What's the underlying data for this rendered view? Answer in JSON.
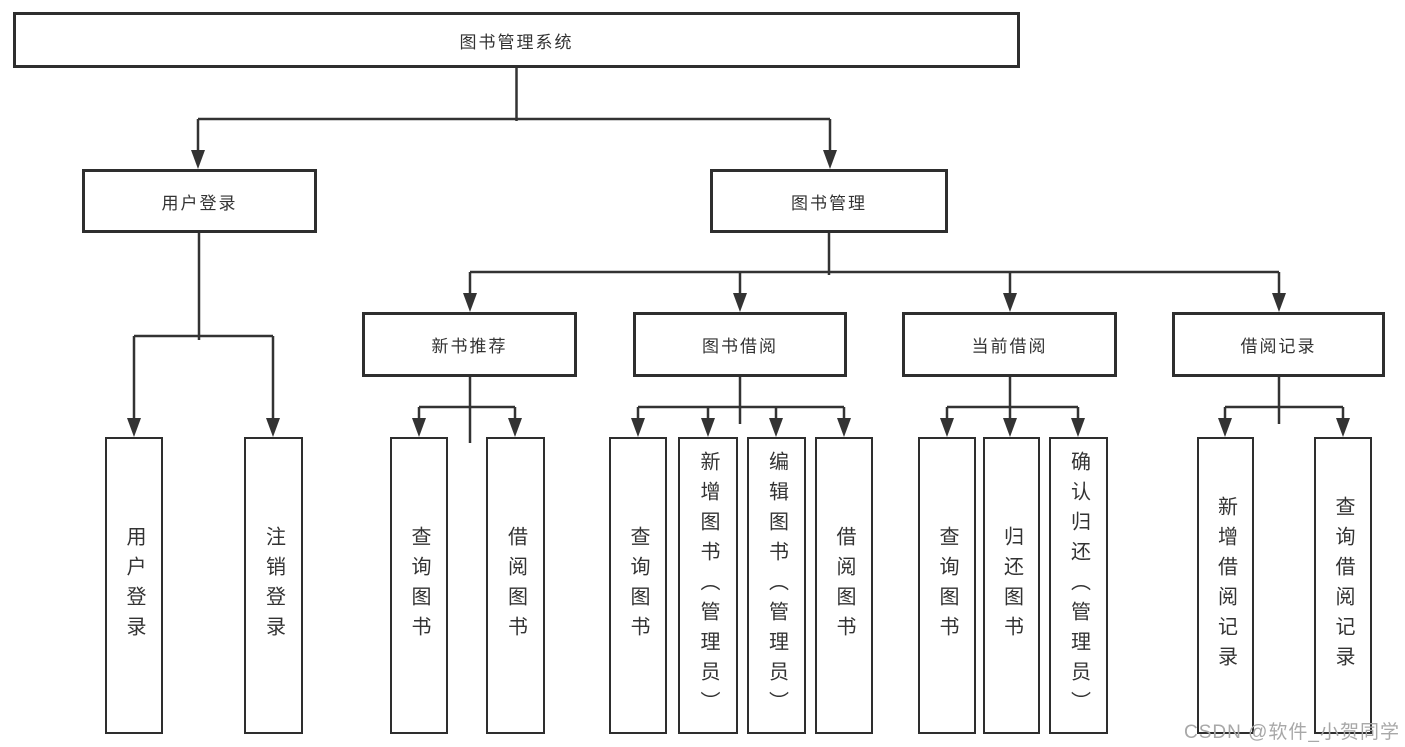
{
  "title": "图书管理系统",
  "colors": {
    "line": "#333333",
    "box_border": "#2e2e2e",
    "box_background": "#ffffff",
    "text": "#333333",
    "watermark_text": "#a8a8a8"
  },
  "nodes": {
    "root": {
      "label": "图书管理系统"
    },
    "user_login": {
      "label": "用户登录"
    },
    "book_management": {
      "label": "图书管理"
    },
    "new_book_recommendation": {
      "label": "新书推荐"
    },
    "book_borrowing": {
      "label": "图书借阅"
    },
    "current_borrowing": {
      "label": "当前借阅"
    },
    "borrowing_records": {
      "label": "借阅记录"
    }
  },
  "leaf_groups": {
    "user_login": [
      "用户登录",
      "注销登录"
    ],
    "new_book_recommendation": [
      "查询图书",
      "借阅图书"
    ],
    "book_borrowing": [
      "查询图书",
      "新增图书（管理员）",
      "编辑图书（管理员）",
      "借阅图书"
    ],
    "current_borrowing": [
      "查询图书",
      "归还图书",
      "确认归还（管理员）"
    ],
    "borrowing_records": [
      "新增借阅记录",
      "查询借阅记录"
    ]
  },
  "watermark": "CSDN @软件_小贺同学"
}
